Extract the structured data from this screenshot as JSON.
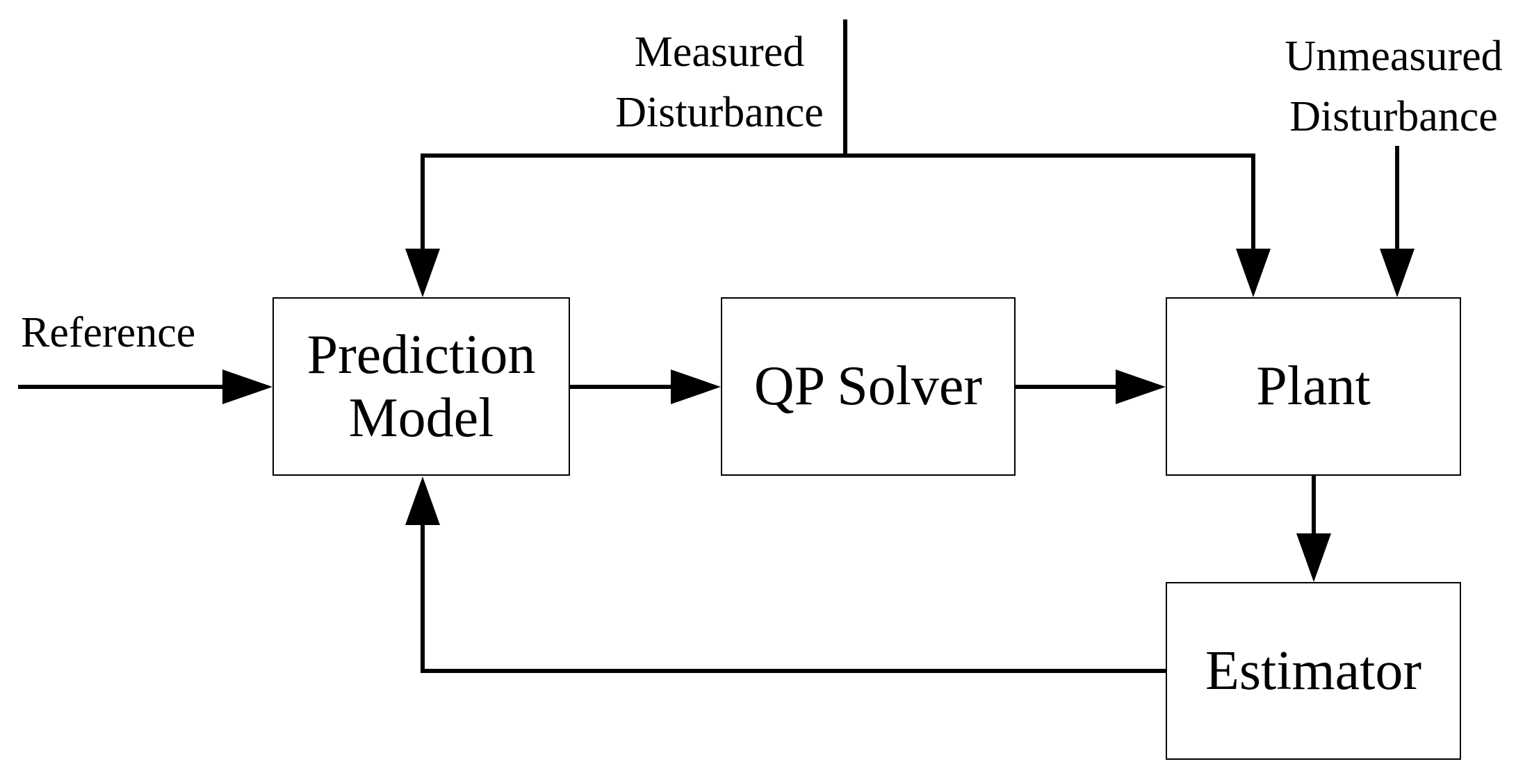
{
  "blocks": {
    "prediction_model": {
      "line1": "Prediction",
      "line2": "Model"
    },
    "qp_solver": "QP Solver",
    "plant": "Plant",
    "estimator": "Estimator"
  },
  "signals": {
    "reference": "Reference",
    "measured_disturbance": {
      "line1": "Measured",
      "line2": "Disturbance"
    },
    "unmeasured_disturbance": {
      "line1": "Unmeasured",
      "line2": "Disturbance"
    }
  }
}
